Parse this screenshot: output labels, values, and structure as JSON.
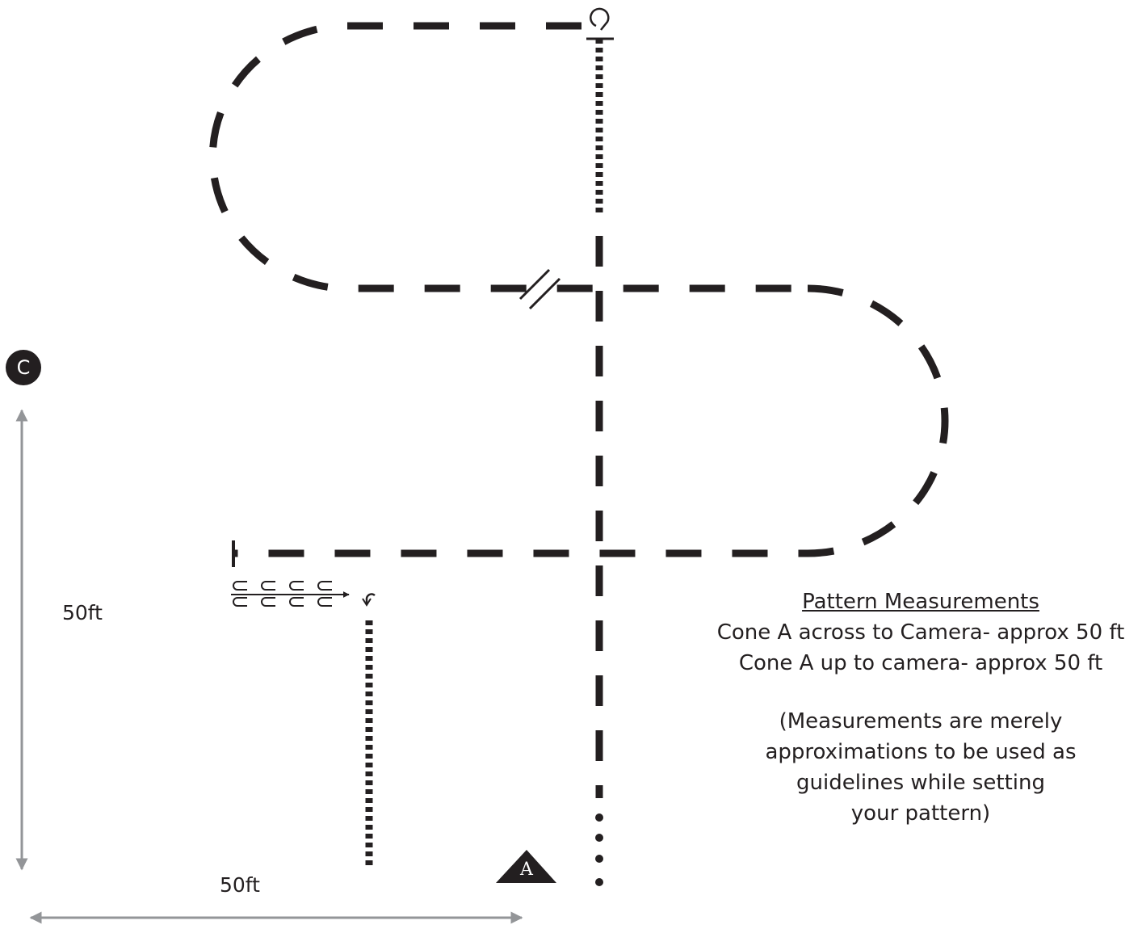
{
  "diagram": {
    "colors": {
      "path": "#231f20",
      "dimension": "#939598",
      "background": "#ffffff"
    },
    "camera_marker": {
      "letter": "C"
    },
    "cone_marker": {
      "letter": "A"
    },
    "vertical_dimension": {
      "label": "50ft"
    },
    "horizontal_dimension": {
      "label": "50ft"
    },
    "icons": [
      "turn-around-icon",
      "lead-change-icon",
      "serpentine-icon",
      "rollback-icon"
    ],
    "notes": {
      "heading": "Pattern Measurements",
      "line1": "Cone A across to Camera- approx 50 ft",
      "line2": "Cone A up to camera- approx 50 ft",
      "para1": "(Measurements are merely",
      "para2": "approximations to be used as",
      "para3": "guidelines while setting",
      "para4": "your pattern)"
    }
  }
}
